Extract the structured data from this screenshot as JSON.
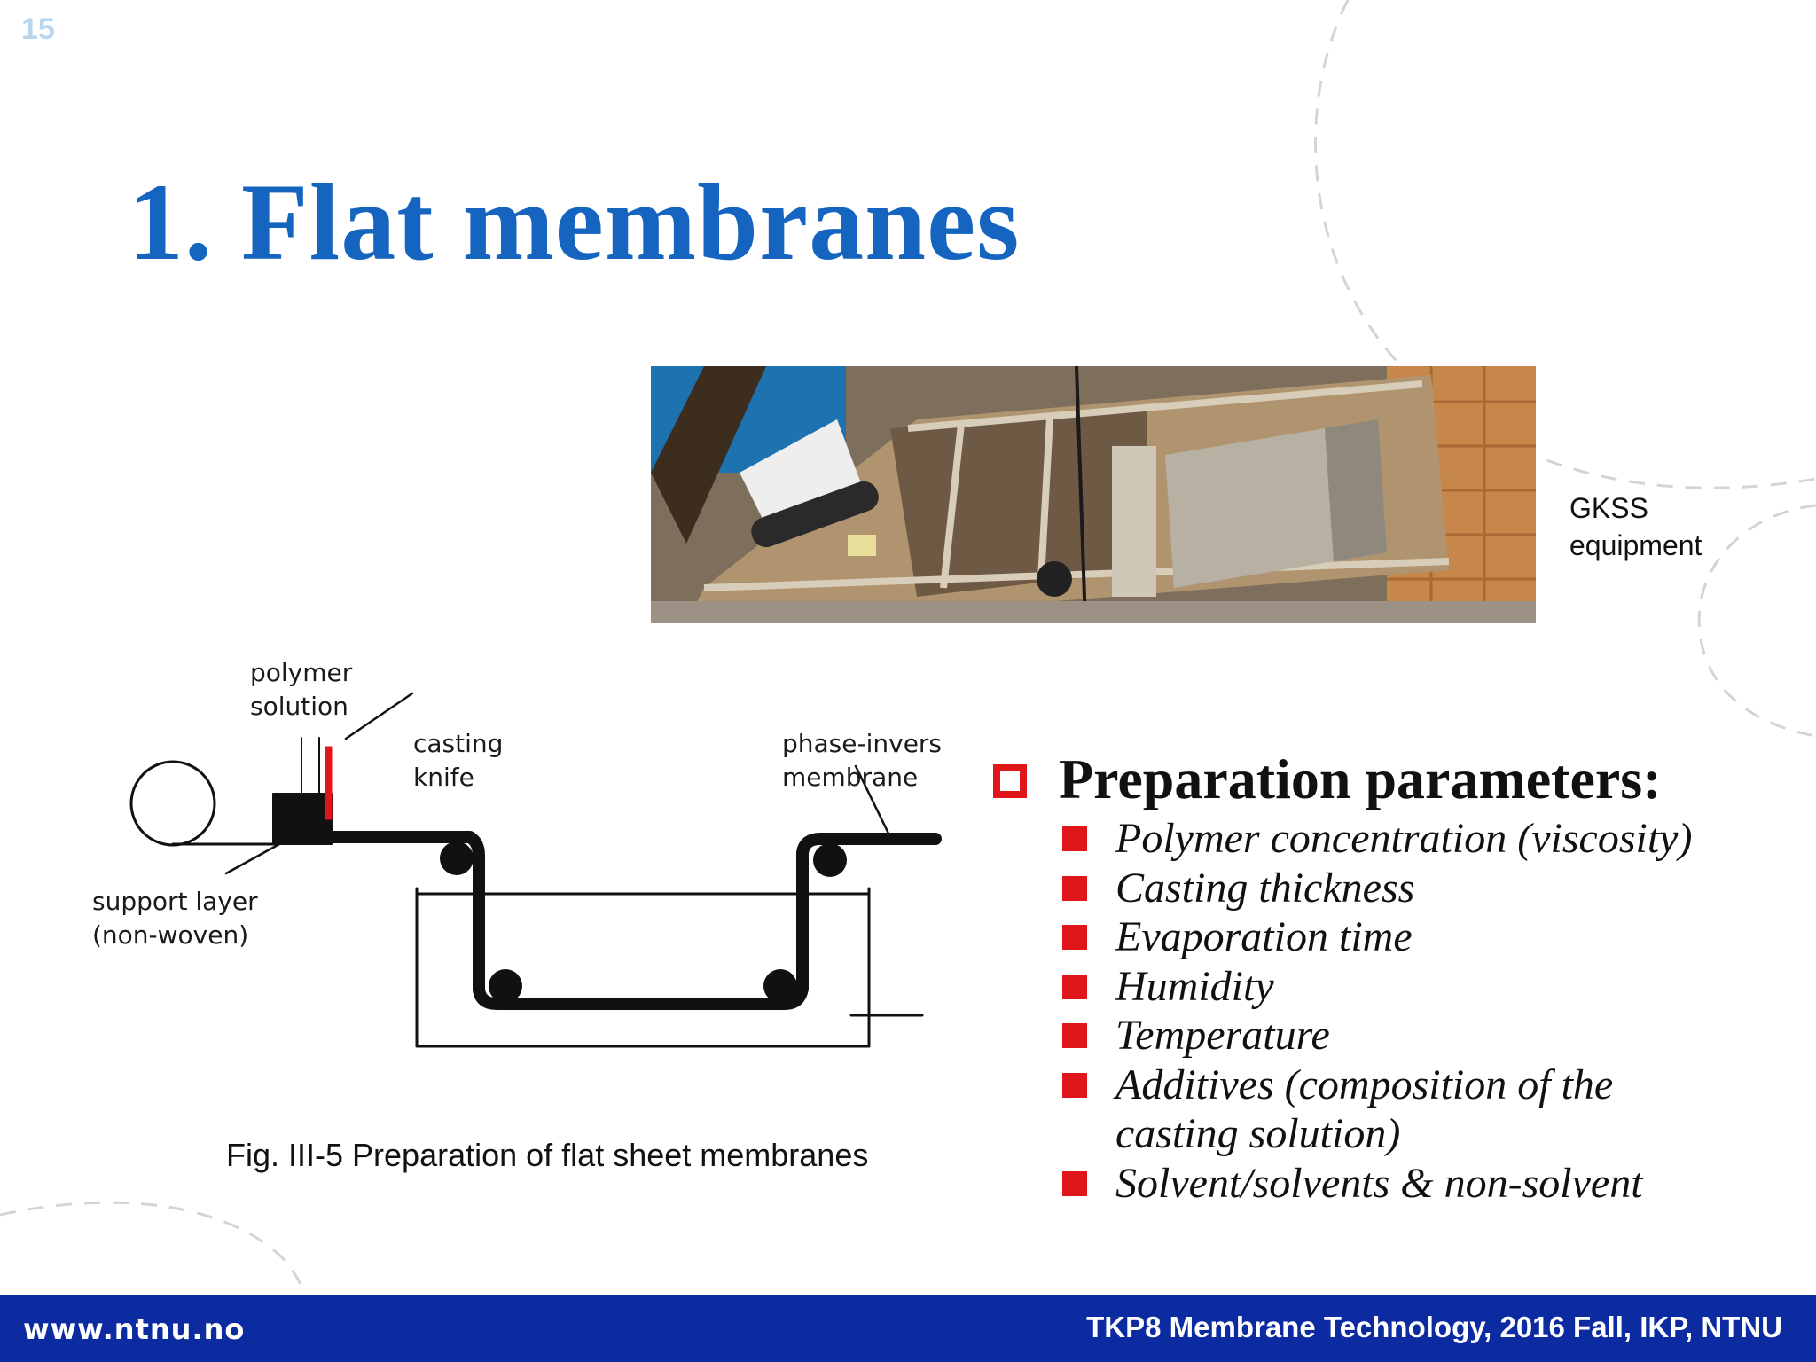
{
  "slide": {
    "page_number": "15",
    "title": "1. Flat membranes"
  },
  "photo": {
    "caption_line1": "GKSS",
    "caption_line2": "equipment"
  },
  "diagram": {
    "labels": {
      "polymer_solution_line1": "polymer",
      "polymer_solution_line2": "solution",
      "casting_knife_line1": "casting",
      "casting_knife_line2": "knife",
      "phase_invers_line1": "phase-invers",
      "phase_invers_line2": "membrane",
      "support_layer_line1": "support layer",
      "support_layer_line2": "(non-woven)"
    },
    "caption": "Fig. III-5 Preparation of flat sheet membranes"
  },
  "parameters": {
    "header": "Preparation parameters:",
    "items": [
      "Polymer concentration (viscosity)",
      "Casting thickness",
      "Evaporation time",
      "Humidity",
      "Temperature",
      "Additives (composition of the casting solution)",
      "Solvent/solvents & non-solvent"
    ]
  },
  "footer": {
    "url": "www.ntnu.no",
    "course": "TKP8 Membrane Technology, 2016 Fall, IKP, NTNU"
  },
  "colors": {
    "title": "#1565c0",
    "bullet": "#e0161b",
    "footer_bg": "#0d2ba0"
  }
}
